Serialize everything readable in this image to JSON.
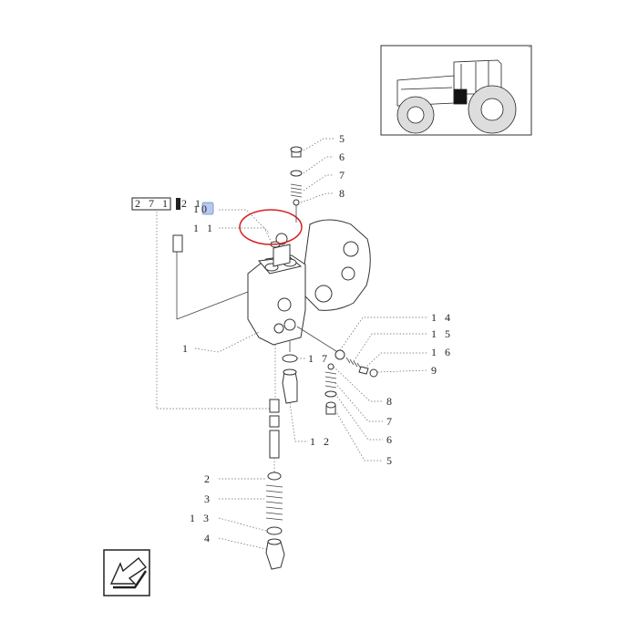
{
  "labels": {
    "l5a": "5",
    "l6a": "6",
    "l7a": "7",
    "l8a": "8",
    "l10": "10",
    "l11": "1 1",
    "l1": "1",
    "l14": "1 4",
    "l15": "1 5",
    "l16": "1 6",
    "l9": "9",
    "l17": "1 7",
    "l8b": "8",
    "l7b": "7",
    "l6b": "6",
    "l5b": "5",
    "l12": "1 2",
    "l2": "2",
    "l3": "3",
    "l13": "1 3",
    "l4": "4"
  },
  "ref_box": {
    "code": "2 7 1",
    "suffix": "2 1"
  },
  "colors": {
    "highlight_circle": "#d62020",
    "callout_highlight": "#b9c9ee"
  },
  "icons": {
    "tractor": "tractor-thumbnail",
    "nav_arrow": "return-arrow-icon"
  }
}
